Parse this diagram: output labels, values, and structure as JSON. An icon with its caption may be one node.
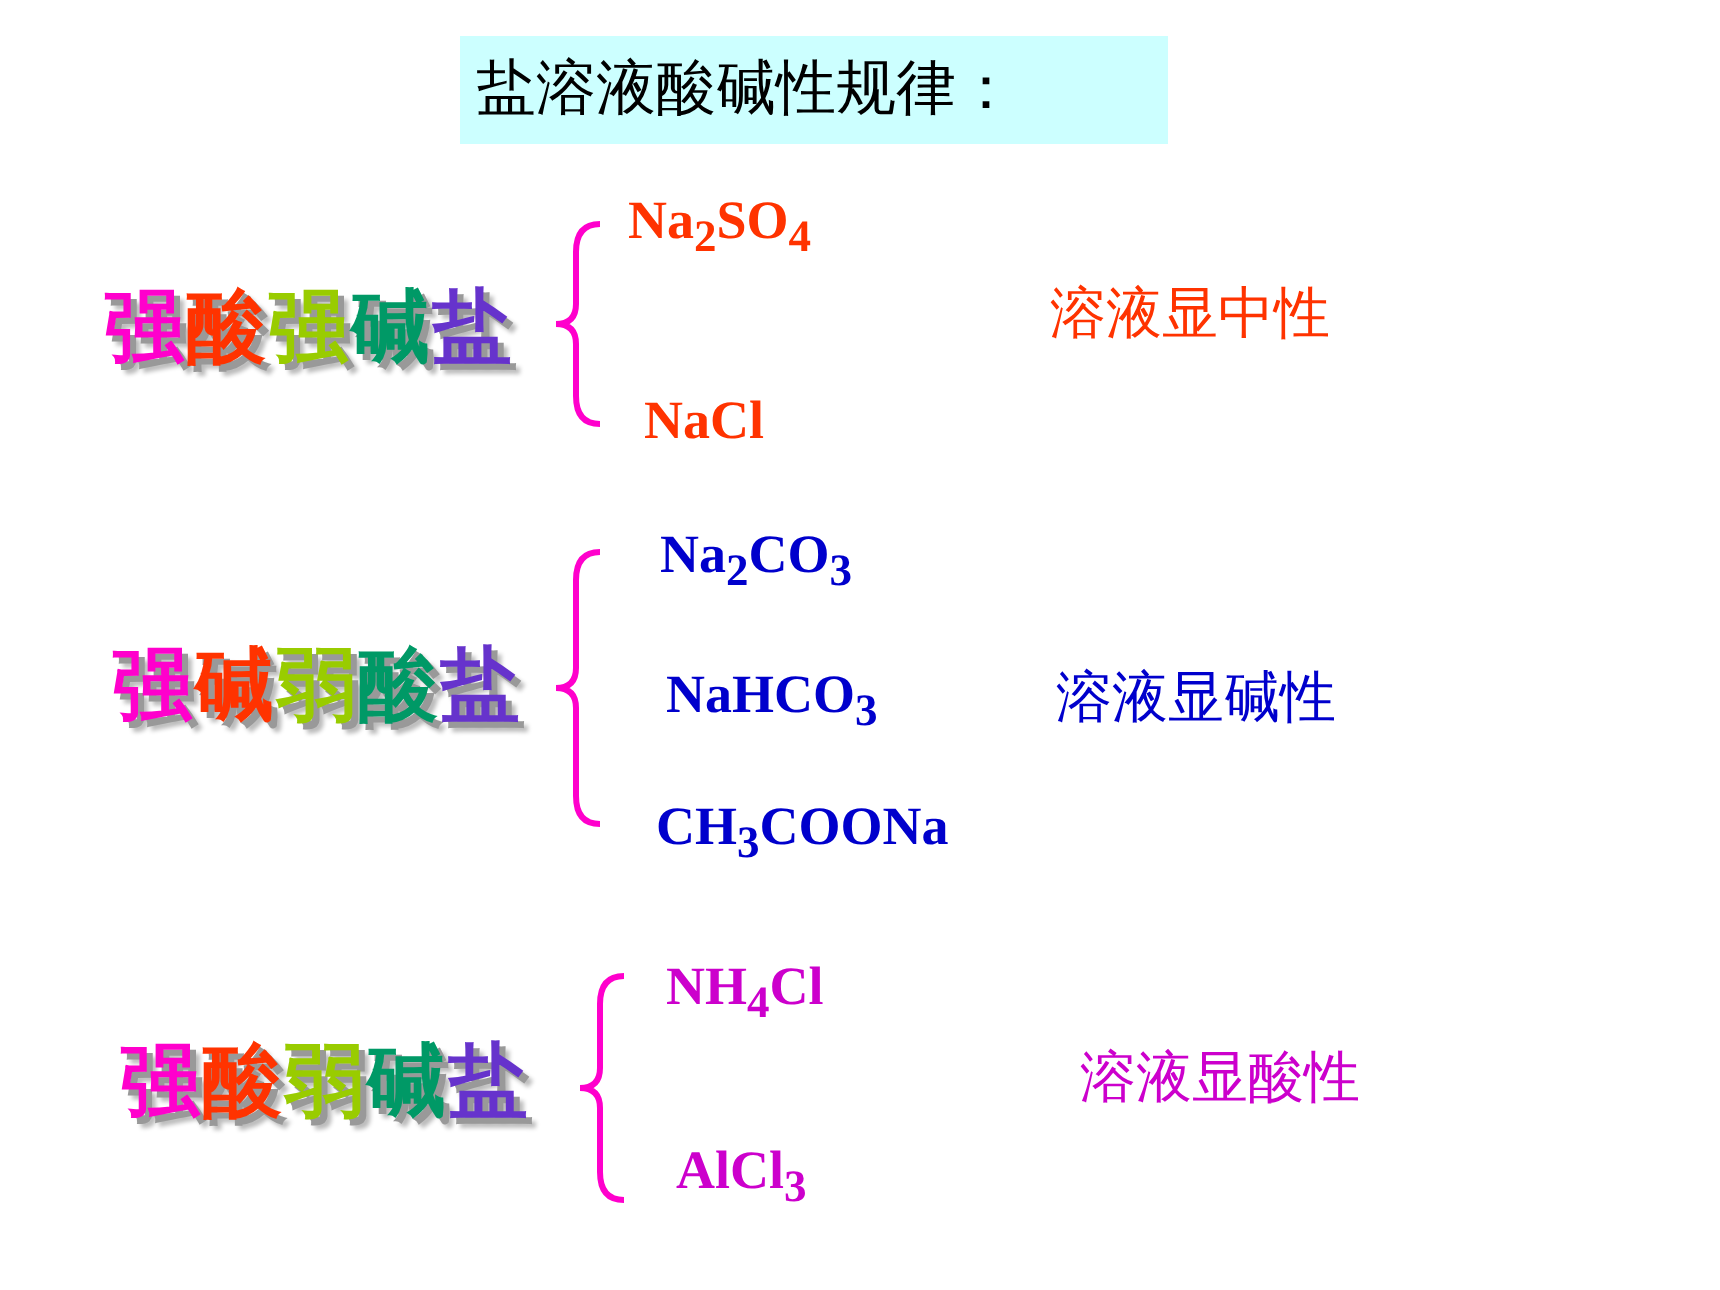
{
  "diagram": {
    "title": "盐溶液酸碱性规律：",
    "labels": [
      "强酸强碱盐",
      "Na$_{2}$SO$_{4}$",
      "溶液显中性",
      "NaCl",
      "强碱弱酸盐",
      "Na$_{2}$CO$_{3}$",
      "NaHCO$_{3}$",
      "溶液显碱性",
      "CH$_{3}$COONa",
      "强酸弱碱盐",
      "NH$_{4}$Cl",
      "溶液显酸性",
      "AlCl$_{3}$"
    ]
  }
}
